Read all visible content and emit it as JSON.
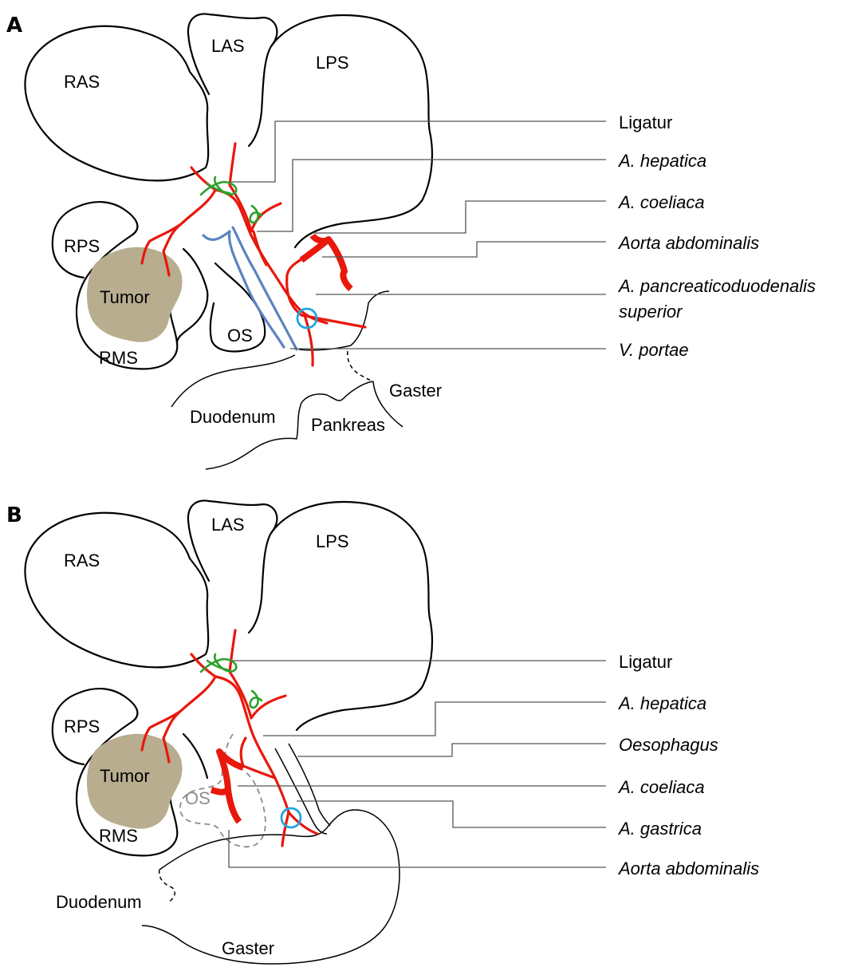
{
  "panel_a": {
    "letter": "A",
    "lobes": {
      "ras": "RAS",
      "las": "LAS",
      "lps": "LPS",
      "rps": "RPS",
      "rms": "RMS",
      "os": "OS"
    },
    "tumor": "Tumor",
    "organs": {
      "duodenum": "Duodenum",
      "pankreas": "Pankreas",
      "gaster": "Gaster"
    },
    "legend": {
      "ligatur": "Ligatur",
      "a_hepatica": "A. hepatica",
      "a_coeliaca": "A. coeliaca",
      "aorta": "Aorta abdominalis",
      "a_pancreatico_1": "A. pancreaticoduodenalis",
      "a_pancreatico_2": "superior",
      "v_portae": "V. portae"
    }
  },
  "panel_b": {
    "letter": "B",
    "lobes": {
      "ras": "RAS",
      "las": "LAS",
      "lps": "LPS",
      "rps": "RPS",
      "rms": "RMS",
      "os": "OS"
    },
    "tumor": "Tumor",
    "organs": {
      "duodenum": "Duodenum",
      "gaster": "Gaster"
    },
    "legend": {
      "ligatur": "Ligatur",
      "a_hepatica": "A. hepatica",
      "oesophagus": "Oesophagus",
      "a_coeliaca": "A. coeliaca",
      "a_gastrica": "A. gastrica",
      "aorta": "Aorta abdominalis"
    }
  },
  "colors": {
    "artery": "#e8180d",
    "portal_vein": "#5b84c0",
    "ligature": "#2ca02c",
    "marker_circle": "#1ea7e1",
    "tumor": "#b8ad8f"
  }
}
